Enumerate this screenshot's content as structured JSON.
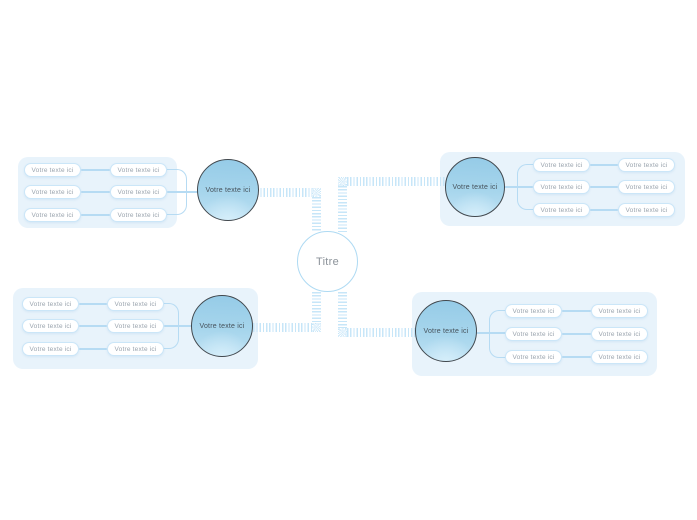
{
  "diagram": {
    "type": "mindmap",
    "center": {
      "label": "Titre"
    },
    "branches": [
      {
        "position": "top-left",
        "node_label": "Votre texte ici",
        "rows": [
          {
            "level1": "Votre texte ici",
            "level2": "Votre texte ici"
          },
          {
            "level1": "Votre texte ici",
            "level2": "Votre texte ici"
          },
          {
            "level1": "Votre texte ici",
            "level2": "Votre texte ici"
          }
        ]
      },
      {
        "position": "top-right",
        "node_label": "Votre texte ici",
        "rows": [
          {
            "level1": "Votre texte ici",
            "level2": "Votre texte ici"
          },
          {
            "level1": "Votre texte ici",
            "level2": "Votre texte ici"
          },
          {
            "level1": "Votre texte ici",
            "level2": "Votre texte ici"
          }
        ]
      },
      {
        "position": "bottom-left",
        "node_label": "Votre texte ici",
        "rows": [
          {
            "level1": "Votre texte ici",
            "level2": "Votre texte ici"
          },
          {
            "level1": "Votre texte ici",
            "level2": "Votre texte ici"
          },
          {
            "level1": "Votre texte ici",
            "level2": "Votre texte ici"
          }
        ]
      },
      {
        "position": "bottom-right",
        "node_label": "Votre texte ici",
        "rows": [
          {
            "level1": "Votre texte ici",
            "level2": "Votre texte ici"
          },
          {
            "level1": "Votre texte ici",
            "level2": "Votre texte ici"
          },
          {
            "level1": "Votre texte ici",
            "level2": "Votre texte ici"
          }
        ]
      }
    ],
    "colors": {
      "panel_background": "#e8f3fb",
      "connector_stripe": "#c7e6f8",
      "thin_line": "#b6dbf3",
      "pill_border": "#cbe6f8",
      "pill_text": "#9aa4ae",
      "branch_node_fill": "#a6d5ec",
      "branch_node_border": "#41484e",
      "center_node_border": "#aedaf3",
      "center_text": "#8b9299"
    }
  }
}
